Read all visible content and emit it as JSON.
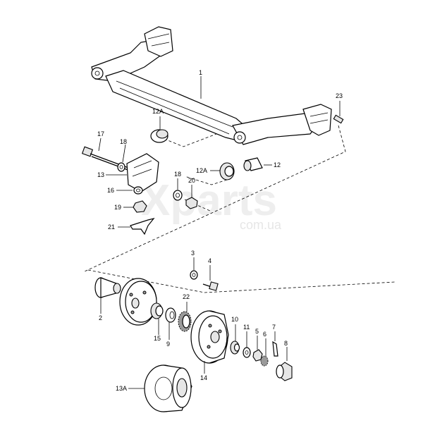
{
  "watermark": {
    "brand": "Xparts",
    "domain": "com.ua"
  },
  "callouts": {
    "c1": "1",
    "c2": "2",
    "c3": "3",
    "c4": "4",
    "c5": "5",
    "c6": "6",
    "c7": "7",
    "c8": "8",
    "c9": "9",
    "c10": "10",
    "c11": "11",
    "c12": "12",
    "c12a_top": "12A",
    "c12a_mid": "12A",
    "c13": "13",
    "c13a": "13A",
    "c14": "14",
    "c15": "15",
    "c16": "16",
    "c17": "17",
    "c18_left": "18",
    "c18_mid": "18",
    "c19": "19",
    "c20": "20",
    "c21": "21",
    "c22": "22",
    "c23": "23"
  }
}
